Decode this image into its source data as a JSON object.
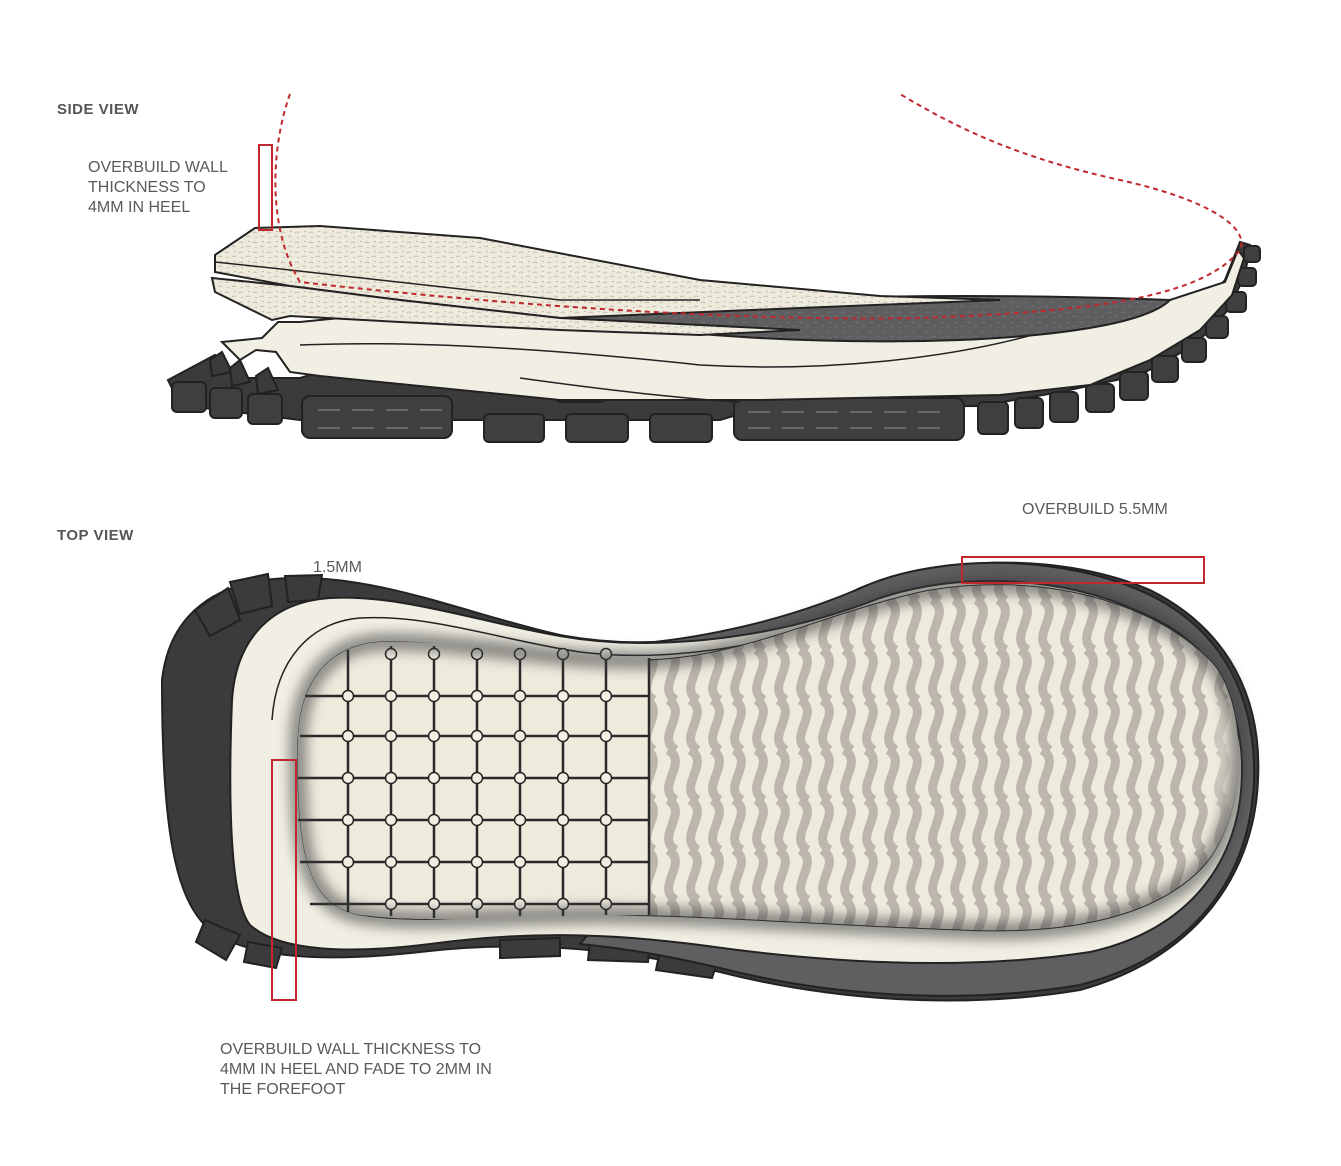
{
  "side_view": {
    "title": "SIDE VIEW",
    "note_lines": [
      "OVERBUILD WALL",
      "THICKNESS TO",
      "4MM IN HEEL"
    ]
  },
  "top_view": {
    "title": "TOP VIEW",
    "label_thin": "1.5MM",
    "label_forefoot": "OVERBUILD 5.5MM",
    "note_lines": [
      "OVERBUILD WALL THICKNESS TO",
      "4MM IN HEEL AND FADE TO 2MM IN",
      "THE FOREFOOT"
    ]
  },
  "colors": {
    "callout": "#c0282d",
    "outsole": "#3b3b3c",
    "midsole": "#f1efe3",
    "midsole_gray": "#5f5f61",
    "label_text": "#5a5a5a"
  }
}
